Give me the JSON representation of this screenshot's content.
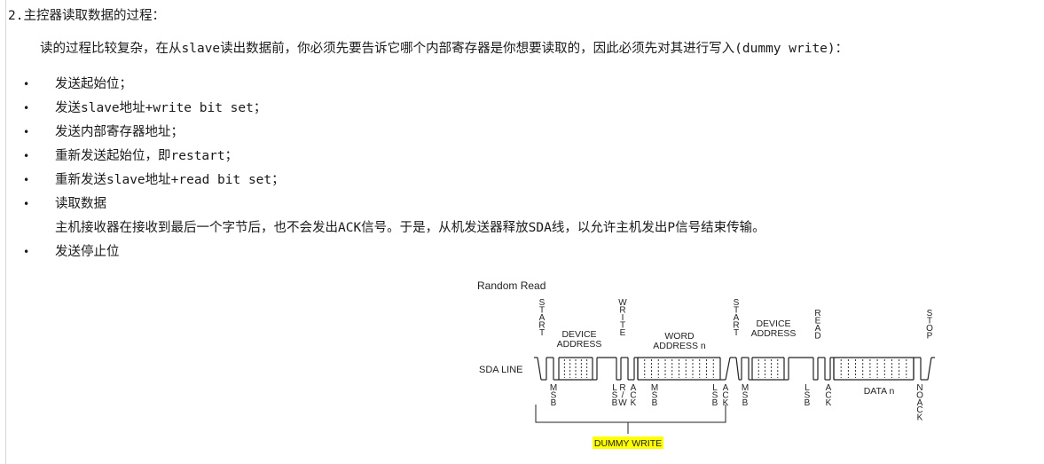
{
  "heading": "2.主控器读取数据的过程：",
  "intro": "读的过程比较复杂，在从slave读出数据前，你必须先要告诉它哪个内部寄存器是你想要读取的，因此必须先对其进行写入(dummy write)：",
  "bullet_symbol": "•",
  "steps": [
    {
      "text": "发送起始位；"
    },
    {
      "text": "发送slave地址+write bit set；"
    },
    {
      "text": "发送内部寄存器地址；"
    },
    {
      "text": "重新发送起始位，即restart；"
    },
    {
      "text": "重新发送slave地址+read bit set；"
    },
    {
      "text": "读取数据",
      "sub": "主机接收器在接收到最后一个字节后，也不会发出ACK信号。于是，从机发送器释放SDA线，以允许主机发出P信号结束传输。"
    },
    {
      "text": "发送停止位"
    }
  ],
  "diagram": {
    "title": "Random Read",
    "sda_label": "SDA LINE",
    "top_labels": {
      "start1": "START",
      "device_address_1": [
        "DEVICE",
        "ADDRESS"
      ],
      "write": "WRITE",
      "word_address": [
        "WORD",
        "ADDRESS n"
      ],
      "start2": "START",
      "device_address_2": [
        "DEVICE",
        "ADDRESS"
      ],
      "read": "READ",
      "stop": "STOP"
    },
    "bottom_labels": {
      "msb1": "MSB",
      "lsb1": "LSB",
      "rw": "R/W",
      "ack1": "ACK",
      "msb2": "MSB",
      "lsb2": "LSB",
      "ack2": "ACK",
      "msb3": "MSB",
      "lsb3": "LSB",
      "ack3": "ACK",
      "data": "DATA n",
      "no_ack": "NO ACK"
    },
    "dummy_write": "DUMMY WRITE",
    "highlight_color": "#ffff00"
  }
}
